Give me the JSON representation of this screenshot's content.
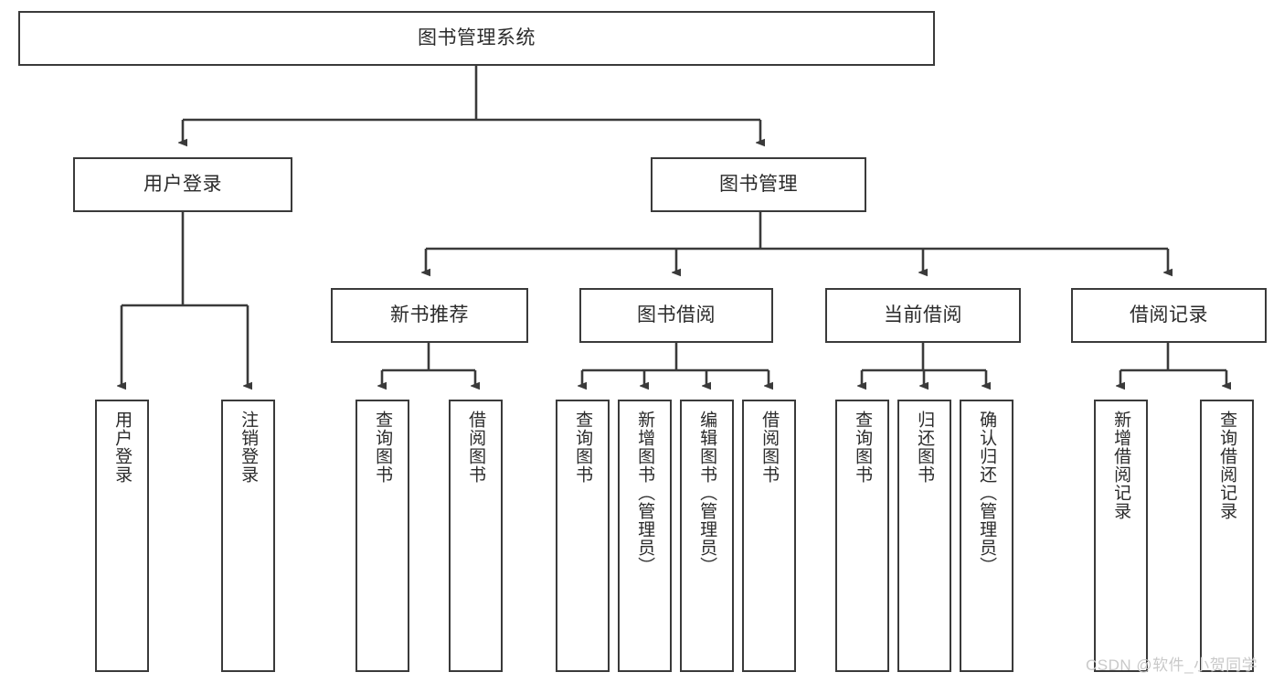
{
  "diagram": {
    "type": "tree-hierarchy",
    "title": "图书管理系统",
    "orientation": "top-down",
    "colors": {
      "stroke": "#3a3a3a",
      "fill": "#ffffff",
      "text": "#2b2b2b",
      "watermark": "#c9c9c9"
    },
    "root": {
      "label": "图书管理系统"
    },
    "level1": [
      {
        "id": "user-login",
        "label": "用户登录"
      },
      {
        "id": "book-manage",
        "label": "图书管理"
      }
    ],
    "level2": [
      {
        "id": "new-book-recommend",
        "label": "新书推荐",
        "parent": "book-manage"
      },
      {
        "id": "book-borrow",
        "label": "图书借阅",
        "parent": "book-manage"
      },
      {
        "id": "current-borrow",
        "label": "当前借阅",
        "parent": "book-manage"
      },
      {
        "id": "borrow-record",
        "label": "借阅记录",
        "parent": "book-manage"
      }
    ],
    "leaves": {
      "user-login": [
        {
          "id": "leaf-user-login",
          "label": "用户登录"
        },
        {
          "id": "leaf-logout-login",
          "label": "注销登录"
        }
      ],
      "new-book-recommend": [
        {
          "id": "leaf-query-book-1",
          "label": "查询图书"
        },
        {
          "id": "leaf-borrow-book-1",
          "label": "借阅图书"
        }
      ],
      "book-borrow": [
        {
          "id": "leaf-query-book-2",
          "label": "查询图书"
        },
        {
          "id": "leaf-add-book",
          "label": "新增图书（管理员）"
        },
        {
          "id": "leaf-edit-book",
          "label": "编辑图书（管理员）"
        },
        {
          "id": "leaf-borrow-book-2",
          "label": "借阅图书"
        }
      ],
      "current-borrow": [
        {
          "id": "leaf-query-book-3",
          "label": "查询图书"
        },
        {
          "id": "leaf-return-book",
          "label": "归还图书"
        },
        {
          "id": "leaf-confirm-return",
          "label": "确认归还（管理员）"
        }
      ],
      "borrow-record": [
        {
          "id": "leaf-add-record",
          "label": "新增借阅记录"
        },
        {
          "id": "leaf-query-record",
          "label": "查询借阅记录"
        }
      ]
    }
  },
  "watermark": {
    "text": "CSDN @软件_小贺同学"
  }
}
